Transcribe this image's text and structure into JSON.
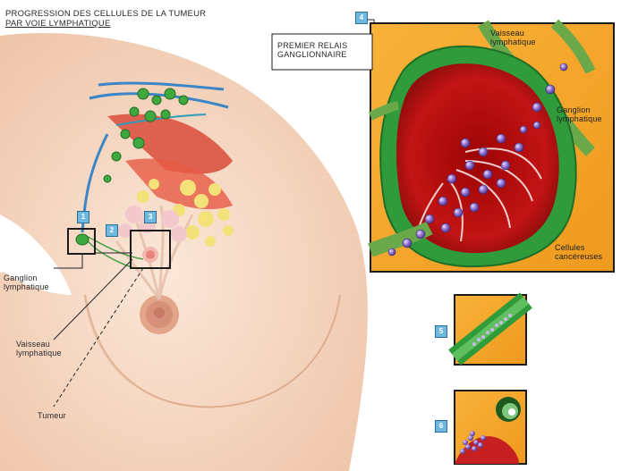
{
  "title": {
    "line1": "PROGRESSION DES CELLULES DE LA TUMEUR",
    "line2": "PAR VOIE LYMPHATIQUE"
  },
  "badges": {
    "b1": "1",
    "b2": "2",
    "b3": "3",
    "b4": "4",
    "b5": "5",
    "b6": "6"
  },
  "labels": {
    "ganglion_left_1": "Ganglion",
    "ganglion_left_2": "lymphatique",
    "vaisseau_left_1": "Vaisseau",
    "vaisseau_left_2": "lymphatique",
    "tumeur": "Tumeur",
    "premier_relais_1": "PREMIER RELAIS",
    "premier_relais_2": "GANGLIONNAIRE",
    "vaisseau_right_1": "Vaisseau",
    "vaisseau_right_2": "lymphatique",
    "ganglion_right_1": "Ganglion",
    "ganglion_right_2": "lymphatique",
    "cellules_1": "Cellules",
    "cellules_2": "cancéreuses"
  },
  "colors": {
    "skin": "#f7dcc8",
    "skin_shadow": "#e9bfa2",
    "orange_bg": "#f4a326",
    "node_green": "#3a9a3a",
    "node_red": "#b30d0d",
    "cell_purple": "#7a5ab6",
    "badge_blue": "#6fb9e0"
  }
}
